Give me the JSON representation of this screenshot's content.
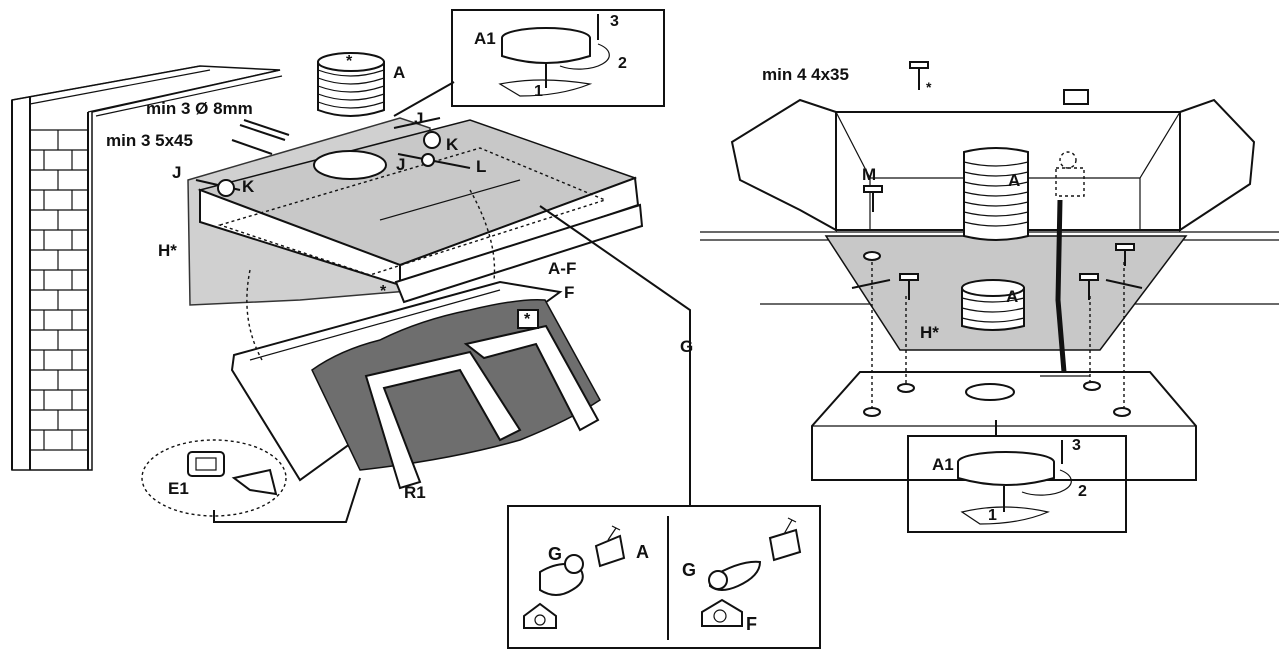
{
  "labels": {
    "left_fixing_1": "min 3 Ø 8mm",
    "left_fixing_2": "min 3 5x45",
    "right_fixing": "min 4 4x35",
    "A": "A",
    "A_F": "A-F",
    "F": "F",
    "J": "J",
    "K": "K",
    "L": "L",
    "H": "H*",
    "M": "M",
    "G": "G",
    "R1": "R1",
    "E1": "E1",
    "A1": "A1",
    "n1": "1",
    "n2": "2",
    "n3": "3",
    "star": "*"
  }
}
